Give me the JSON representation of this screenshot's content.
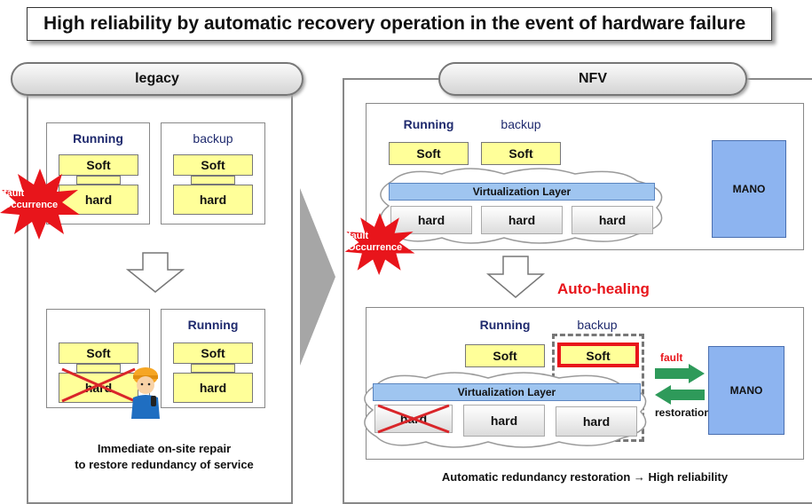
{
  "title": "High reliability by automatic recovery operation in the event of hardware failure",
  "legacy": {
    "header": "legacy",
    "top_left": {
      "running": "Running",
      "soft": "Soft",
      "hard": "hard"
    },
    "top_right": {
      "backup": "backup",
      "soft": "Soft",
      "hard": "hard"
    },
    "fault": "fault Occurrence",
    "bottom_left": {
      "soft": "Soft",
      "hard": "hard"
    },
    "bottom_right": {
      "running": "Running",
      "soft": "Soft",
      "hard": "hard"
    },
    "caption_line1": "Immediate on-site repair",
    "caption_line2": "to restore redundancy of service"
  },
  "nfv": {
    "header": "NFV",
    "top": {
      "running": "Running",
      "backup": "backup",
      "soft1": "Soft",
      "soft2": "Soft",
      "vlayer": "Virtualization Layer",
      "hard1": "hard",
      "hard2": "hard",
      "hard3": "hard",
      "mano": "MANO",
      "fault": "fault Occurrence"
    },
    "auto_healing": "Auto-healing",
    "bottom": {
      "running": "Running",
      "backup": "backup",
      "soft1": "Soft",
      "soft2": "Soft",
      "vlayer": "Virtualization Layer",
      "hard1": "hard",
      "hard2": "hard",
      "hard3": "hard",
      "mano": "MANO",
      "fault_label": "fault",
      "restoration_label": "restoration"
    },
    "caption": "Automatic redundancy restoration → High reliability"
  },
  "colors": {
    "soft_yellow": "#ffff99",
    "virtualization_blue": "#9fc5f0",
    "mano_blue": "#8db4f0",
    "fault_red": "#e8151b",
    "auto_healing_red": "#e8151b",
    "arrow_green": "#2e9a5a",
    "navy_text": "#1f2a6e"
  }
}
